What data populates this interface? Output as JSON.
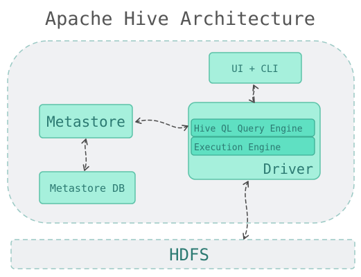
{
  "title": "Apache Hive Architecture",
  "nodes": {
    "ui_cli": "UI + CLI",
    "metastore": "Metastore",
    "metastore_db": "Metastore DB",
    "hive_ql_engine": "Hive QL Query Engine",
    "execution_engine": "Execution Engine",
    "driver": "Driver",
    "hdfs": "HDFS"
  },
  "colors": {
    "node_fill": "#a6f0dc",
    "node_stroke": "#5cc2a8",
    "engine_fill": "#5fe0c2",
    "container_fill": "#f0f1f3",
    "container_stroke": "#9ac9c4",
    "text": "#2c7a72",
    "title_text": "#555555",
    "arrow": "#4a4a4a"
  },
  "icons": {
    "arrowheads": "arrowhead-icon"
  }
}
